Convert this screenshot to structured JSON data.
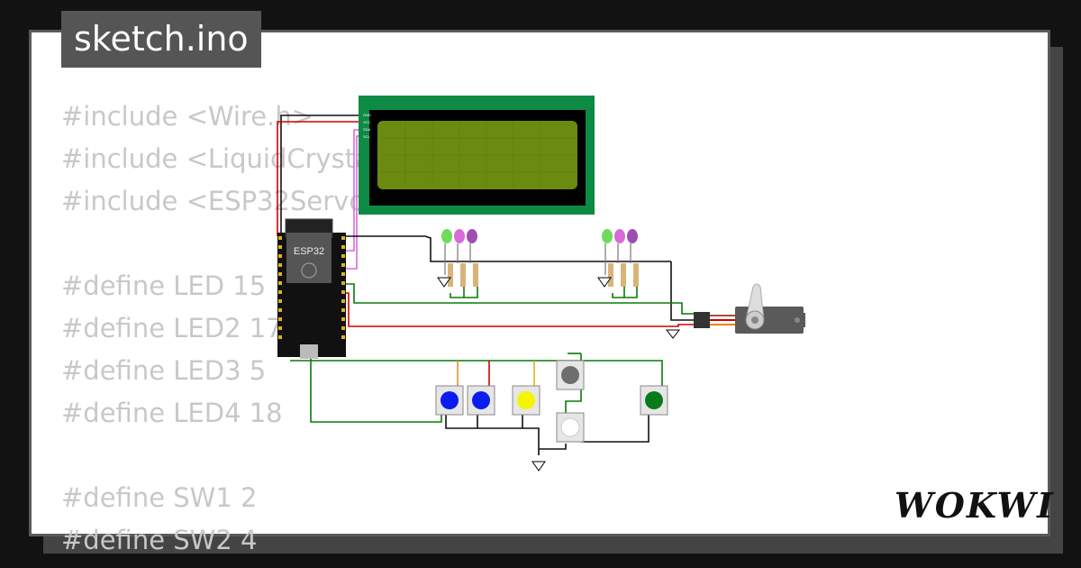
{
  "filename": "sketch.ino",
  "code_lines": [
    "#include <Wire.h>",
    "#include <LiquidCrystal_I2C.h>",
    "#include <ESP32Servo.h>",
    "",
    "#define LED 15",
    "#define LED2 17",
    "#define LED3 5",
    "#define LED4 18",
    "",
    "#define SW1 2",
    "#define SW2 4"
  ],
  "brand_name": "WOKWI",
  "board_label": "ESP32",
  "lcd_pins": [
    "GND",
    "VCC",
    "SDA",
    "SCL"
  ],
  "colors": {
    "lcd_frame": "#0d8a44",
    "lcd_screen": "#6b8a10",
    "led_green": "#6ddc5b",
    "led_pink": "#d86bd8",
    "led_purple": "#9d4fb0",
    "btn_blue": "#0a1cf0",
    "btn_yellow": "#f5f500",
    "btn_gray": "#6e6e6e",
    "btn_white": "#ffffff",
    "btn_green": "#087a1b",
    "wire_green": "#0a7a0a",
    "wire_black": "#111111",
    "wire_red": "#d00000"
  }
}
